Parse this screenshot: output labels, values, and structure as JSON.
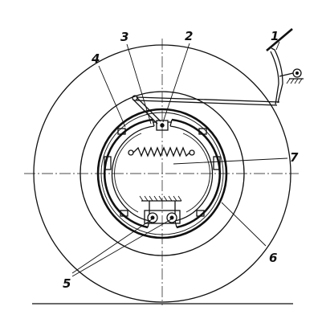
{
  "callouts": [
    {
      "id": "1",
      "text": "1"
    },
    {
      "id": "2",
      "text": "2"
    },
    {
      "id": "3",
      "text": "3"
    },
    {
      "id": "4",
      "text": "4"
    },
    {
      "id": "5",
      "text": "5"
    },
    {
      "id": "6",
      "text": "6"
    },
    {
      "id": "7",
      "text": "7"
    }
  ],
  "colors": {
    "ink": "#111111",
    "paper": "#ffffff"
  }
}
